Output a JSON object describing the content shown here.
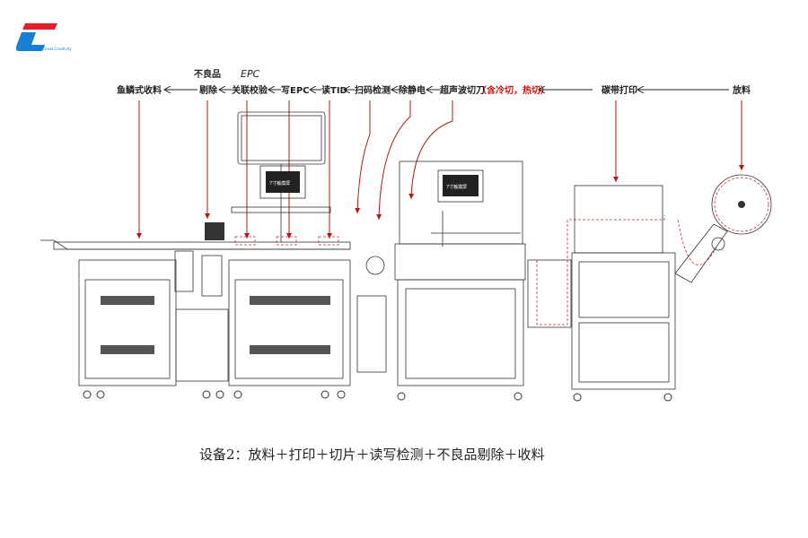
{
  "logo": {
    "text": "Great Creativity",
    "colors": {
      "red": "#e0202a",
      "blue": "#1a7fd4"
    }
  },
  "process_labels": {
    "fish_scale_collect": "鱼鳞式收料",
    "defective_top": "不良品",
    "defective_bottom": "剔除",
    "epc_top": "EPC",
    "epc_bottom": "关联校验",
    "write_epc": "写EPC",
    "read_tid": "读TID",
    "scan_check": "扫码检测",
    "static_removal": "除静电",
    "ultrasonic_cutter": "超声波切刀",
    "cutter_note": "（含冷切，热切）",
    "ribbon_print": "碳带打印",
    "unwind": "放料"
  },
  "screens": {
    "monitor_small": "7寸触摸屏",
    "middle_unit_screen": "7寸触摸屏"
  },
  "caption": "设备2：放料＋打印＋切片＋读写检测＋不良品剔除＋收料",
  "colors": {
    "arrow": "#b01818",
    "line": "#222222"
  }
}
